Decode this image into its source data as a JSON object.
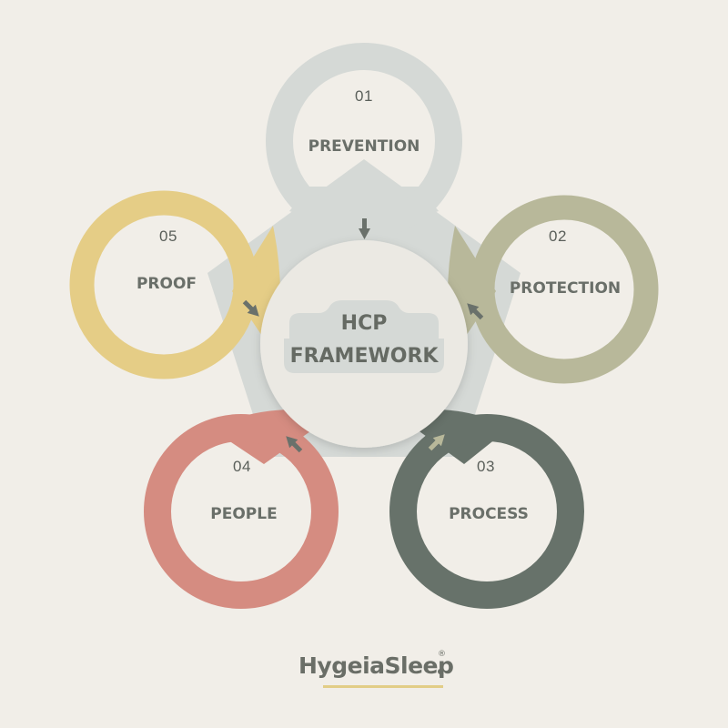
{
  "center": {
    "line1": "HCP",
    "line2": "FRAMEWORK"
  },
  "steps": [
    {
      "number": "01",
      "label": "PREVENTION",
      "color": "#d5d9d6"
    },
    {
      "number": "02",
      "label": "PROTECTION",
      "color": "#b8b89a"
    },
    {
      "number": "03",
      "label": "PROCESS",
      "color": "#67726a"
    },
    {
      "number": "04",
      "label": "PEOPLE",
      "color": "#d58c81"
    },
    {
      "number": "05",
      "label": "PROOF",
      "color": "#e5cd86"
    }
  ],
  "brand": {
    "name": "HygeiaSleep",
    "mark": "®",
    "underline_color": "#e2cd86"
  },
  "colors": {
    "background": "#f1eee8",
    "pentagon": "#d5d9d6",
    "center_fill": "#ebe9e3",
    "text_dark": "#5f645e",
    "badge": "#d5d9d6"
  }
}
